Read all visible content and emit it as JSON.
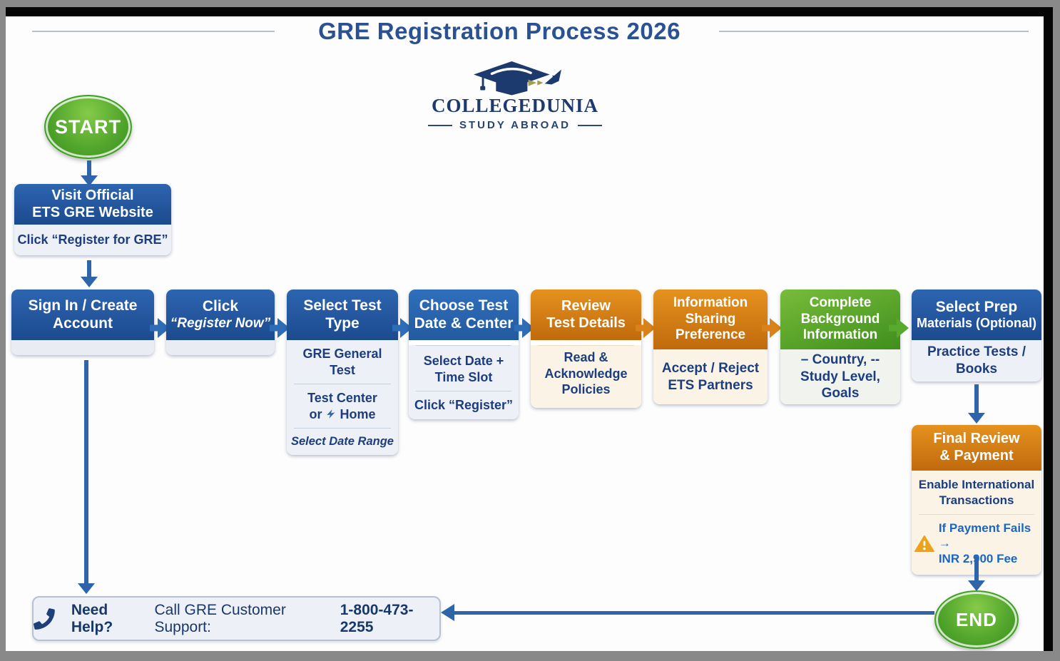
{
  "title": "GRE Registration Process 2026",
  "logo": {
    "brand": "COLLEGEDUNIA",
    "tagline": "STUDY ABROAD"
  },
  "start_label": "START",
  "end_label": "END",
  "visit": {
    "line1": "Visit Official",
    "line2": "ETS GRE Website",
    "action": "Click “Register for GRE”"
  },
  "signin": {
    "line1": "Sign In / Create",
    "line2": "Account"
  },
  "register": {
    "line1": "Click",
    "line2": "“Register Now”"
  },
  "test_type": {
    "line1": "Select Test",
    "line2": "Type",
    "item1": "GRE General Test",
    "item2a": "Test Center",
    "item2b": "or",
    "item2c": "Home",
    "item3": "Select Date Range"
  },
  "choose_date": {
    "line1": "Choose Test",
    "line2": "Date & Center",
    "item1a": "Select Date +",
    "item1b": "Time Slot",
    "item2": "Click “Register”"
  },
  "review": {
    "line1": "Review",
    "line2": "Test Details",
    "item": "Read & Acknowledge Policies"
  },
  "info_sharing": {
    "line1": "Information",
    "line2": "Sharing",
    "line3": "Preference",
    "item1": "Accept / Reject",
    "item2": "ETS Partners"
  },
  "background": {
    "line1": "Complete",
    "line2": "Background",
    "line3": "Information",
    "item1": "–  Country,  --",
    "item2": "Study Level, Goals"
  },
  "prep": {
    "line1": "Select Prep",
    "line2": "Materials (Optional)",
    "item": "Practice Tests / Books"
  },
  "final_payment": {
    "line1": "Final Review",
    "line2": "& Payment",
    "item1a": "Enable International",
    "item1b": "Transactions",
    "warn1": "If Payment Fails →",
    "warn2": "INR 2,900 Fee"
  },
  "help": {
    "bold": "Need Help?",
    "text": "Call GRE Customer Support:",
    "phone": "1-800-473-2255"
  },
  "colors": {
    "blue_dark": "#1d4a8e",
    "blue_bright": "#2767b3",
    "orange": "#d9821a",
    "green": "#4f9d27",
    "arrow_blue": "#2e64a9",
    "navy_text": "#1c3e7e",
    "warn_blue": "#1a66c2"
  }
}
